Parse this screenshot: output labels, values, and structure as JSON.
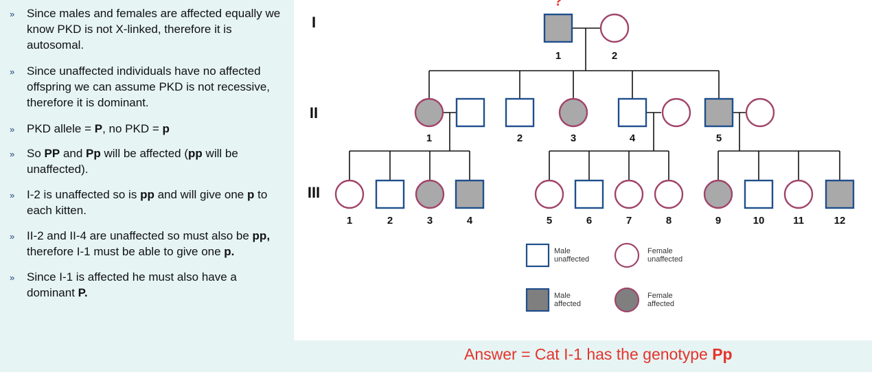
{
  "bullets": [
    {
      "parts": [
        {
          "t": "Since males and females are affected equally we know PKD is not X-linked, therefore it is autosomal.",
          "b": false
        }
      ]
    },
    {
      "parts": [
        {
          "t": "Since unaffected individuals have no affected offspring we can assume PKD is not recessive, therefore it is dominant.",
          "b": false
        }
      ]
    },
    {
      "parts": [
        {
          "t": "PKD allele = ",
          "b": false
        },
        {
          "t": "P",
          "b": true
        },
        {
          "t": ", no PKD = ",
          "b": false
        },
        {
          "t": "p",
          "b": true
        }
      ]
    },
    {
      "parts": [
        {
          "t": "So ",
          "b": false
        },
        {
          "t": "PP",
          "b": true
        },
        {
          "t": " and ",
          "b": false
        },
        {
          "t": "Pp",
          "b": true
        },
        {
          "t": " will be affected (",
          "b": false
        },
        {
          "t": "pp",
          "b": true
        },
        {
          "t": " will be unaffected).",
          "b": false
        }
      ]
    },
    {
      "parts": [
        {
          "t": "I-2 is unaffected so is ",
          "b": false
        },
        {
          "t": "pp",
          "b": true
        },
        {
          "t": " and will give one ",
          "b": false
        },
        {
          "t": "p",
          "b": true
        },
        {
          "t": " to each kitten.",
          "b": false
        }
      ]
    },
    {
      "parts": [
        {
          "t": "II-2 and II-4 are unaffected so must also be ",
          "b": false
        },
        {
          "t": "pp,",
          "b": true
        },
        {
          "t": " therefore I-1 must be able to give one ",
          "b": false
        },
        {
          "t": "p.",
          "b": true
        }
      ]
    },
    {
      "parts": [
        {
          "t": "Since I-1 is affected he must also have a dominant ",
          "b": false
        },
        {
          "t": "P.",
          "b": true
        }
      ]
    }
  ],
  "bullet_marker": "»",
  "pedigree": {
    "question_mark": "?",
    "generations": [
      {
        "label": "I",
        "individuals": [
          {
            "id": "I-1",
            "number": "1",
            "sex": "male",
            "affected": true
          },
          {
            "id": "I-2",
            "number": "2",
            "sex": "female",
            "affected": false
          }
        ]
      },
      {
        "label": "II",
        "individuals": [
          {
            "id": "II-1",
            "number": "1",
            "sex": "female",
            "affected": true
          },
          {
            "id": "II-1-mate",
            "number": "",
            "sex": "male",
            "affected": false
          },
          {
            "id": "II-2",
            "number": "2",
            "sex": "male",
            "affected": false
          },
          {
            "id": "II-3",
            "number": "3",
            "sex": "female",
            "affected": true
          },
          {
            "id": "II-4",
            "number": "4",
            "sex": "male",
            "affected": false
          },
          {
            "id": "II-4-mate",
            "number": "",
            "sex": "female",
            "affected": false
          },
          {
            "id": "II-5",
            "number": "5",
            "sex": "male",
            "affected": true
          },
          {
            "id": "II-5-mate",
            "number": "",
            "sex": "female",
            "affected": false
          }
        ]
      },
      {
        "label": "III",
        "individuals": [
          {
            "id": "III-1",
            "number": "1",
            "sex": "female",
            "affected": false
          },
          {
            "id": "III-2",
            "number": "2",
            "sex": "male",
            "affected": false
          },
          {
            "id": "III-3",
            "number": "3",
            "sex": "female",
            "affected": true
          },
          {
            "id": "III-4",
            "number": "4",
            "sex": "male",
            "affected": true
          },
          {
            "id": "III-5",
            "number": "5",
            "sex": "female",
            "affected": false
          },
          {
            "id": "III-6",
            "number": "6",
            "sex": "male",
            "affected": false
          },
          {
            "id": "III-7",
            "number": "7",
            "sex": "female",
            "affected": false
          },
          {
            "id": "III-8",
            "number": "8",
            "sex": "female",
            "affected": false
          },
          {
            "id": "III-9",
            "number": "9",
            "sex": "female",
            "affected": true
          },
          {
            "id": "III-10",
            "number": "10",
            "sex": "male",
            "affected": false
          },
          {
            "id": "III-11",
            "number": "11",
            "sex": "female",
            "affected": false
          },
          {
            "id": "III-12",
            "number": "12",
            "sex": "male",
            "affected": true
          }
        ]
      }
    ],
    "legend": [
      {
        "label": "Male\nunaffected",
        "sex": "male",
        "affected": false
      },
      {
        "label": "Female\nunaffected",
        "sex": "female",
        "affected": false
      },
      {
        "label": "Male\naffected",
        "sex": "male",
        "affected": true
      },
      {
        "label": "Female\naffected",
        "sex": "female",
        "affected": true
      }
    ]
  },
  "answer": {
    "prefix": "Answer = Cat I-1 has the genotype ",
    "genotype": "Pp"
  },
  "colors": {
    "background": "#e6f4f4",
    "affected_fill": "#a9a9a9",
    "legend_affected_fill": "#7f7f7f",
    "male_border": "#1f4e8c",
    "female_border": "#a0446a",
    "answer": "#e5332a",
    "question": "#e5332a"
  }
}
